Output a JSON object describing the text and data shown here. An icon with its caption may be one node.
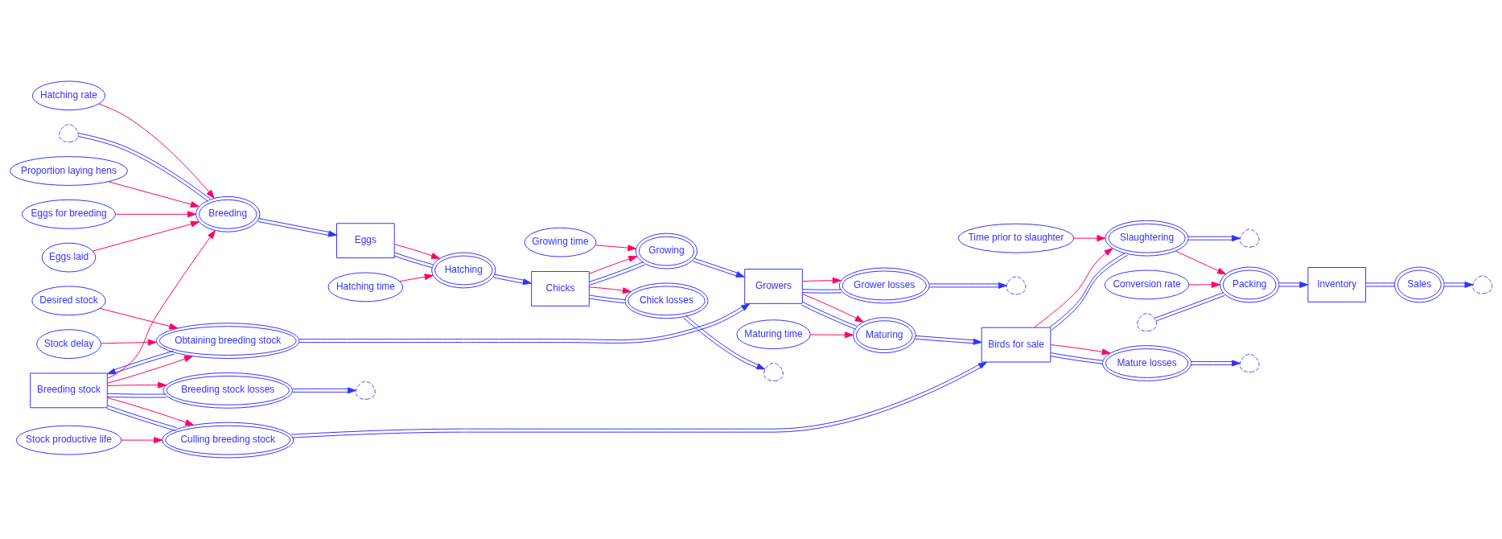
{
  "diagram": {
    "nodes": [
      {
        "text": [
          "Eggs laid"
        ]
      },
      {
        "text": [
          "Hatching rate"
        ]
      },
      {
        "text": [
          "Hatching time"
        ]
      },
      {
        "text": [
          "Growing time"
        ]
      },
      {
        "text": [
          "Maturing time"
        ]
      },
      {
        "text": [],
        "shape": "cloud"
      },
      {
        "text": [
          "Breeding"
        ]
      },
      {
        "text": [
          "Eggs"
        ]
      },
      {
        "text": [
          "Hatching"
        ]
      },
      {
        "text": [
          "Chicks"
        ]
      },
      {
        "text": [
          "Growing"
        ]
      },
      {
        "text": [
          "Growers"
        ]
      },
      {
        "text": [
          "Maturing"
        ]
      },
      {
        "text": [
          "Birds for sale"
        ]
      },
      {
        "text": [
          "Slaughtering"
        ]
      },
      {
        "text": [],
        "shape": "cloud"
      },
      {
        "text": [
          "Proportion laying hens"
        ]
      },
      {
        "text": [
          "Eggs for breeding"
        ]
      },
      {
        "text": [
          "Chick losses"
        ]
      },
      {
        "text": [
          "Grower losses"
        ]
      },
      {
        "text": [
          "Mature losses"
        ]
      },
      {
        "text": [
          "Time prior to slaughter"
        ]
      },
      {
        "text": [],
        "shape": "cloud"
      },
      {
        "text": [],
        "shape": "cloud"
      },
      {
        "text": [],
        "shape": "cloud"
      },
      {
        "text": [
          "Stock delay"
        ]
      },
      {
        "text": [
          "Desired stock"
        ]
      },
      {
        "text": [
          "Conversion rate"
        ]
      },
      {
        "text": [
          "Obtaining breeding stock"
        ]
      },
      {
        "text": [
          "Breeding stock"
        ]
      },
      {
        "text": [
          "Stock productive life"
        ]
      },
      {
        "text": [
          "Inventory"
        ]
      },
      {
        "text": [],
        "shape": "cloud"
      },
      {
        "text": [
          "Breeding stock losses"
        ]
      },
      {
        "text": [
          "Culling breeding stock"
        ]
      },
      {
        "text": [],
        "shape": "cloud"
      },
      {
        "text": [
          "Packing"
        ]
      },
      {
        "text": [
          "Sales"
        ]
      },
      {
        "text": [],
        "shape": "cloud"
      }
    ],
    "edges": [
      {
        "from": 5,
        "to": 6,
        "arrow": "none"
      },
      {
        "from": 6,
        "to": 7,
        "arrow": "to"
      },
      {
        "from": 7,
        "to": 8,
        "arrow": "none"
      },
      {
        "from": 8,
        "to": 9,
        "arrow": "to"
      },
      {
        "from": 9,
        "to": 10,
        "arrow": "none"
      },
      {
        "from": 10,
        "to": 11,
        "arrow": "to"
      },
      {
        "from": 11,
        "to": 12,
        "arrow": "none"
      },
      {
        "from": 12,
        "to": 13,
        "arrow": "to"
      },
      {
        "from": 13,
        "to": 14,
        "arrow": "none"
      },
      {
        "from": 14,
        "to": 15,
        "arrow": "to"
      },
      {
        "from": 9,
        "to": 18,
        "arrow": "none"
      },
      {
        "from": 18,
        "to": 22,
        "arrow": "to"
      },
      {
        "from": 11,
        "to": 19,
        "arrow": "none"
      },
      {
        "from": 19,
        "to": 23,
        "arrow": "to"
      },
      {
        "from": 13,
        "to": 20,
        "arrow": "none"
      },
      {
        "from": 20,
        "to": 24,
        "arrow": "to"
      },
      {
        "from": 29,
        "to": 33,
        "arrow": "none"
      },
      {
        "from": 33,
        "to": 32,
        "arrow": "to"
      },
      {
        "from": 28,
        "to": 29,
        "arrow": "to"
      },
      {
        "from": 28,
        "to": 11,
        "arrow": "to"
      },
      {
        "from": 29,
        "to": 34,
        "arrow": "none"
      },
      {
        "from": 34,
        "to": 13,
        "arrow": "to"
      },
      {
        "from": 35,
        "to": 36,
        "arrow": "none"
      },
      {
        "from": 36,
        "to": 31,
        "arrow": "to"
      },
      {
        "from": 31,
        "to": 37,
        "arrow": "none"
      },
      {
        "from": 37,
        "to": 38,
        "arrow": "to"
      },
      {
        "from": 0,
        "to": 6,
        "arrow": "to",
        "color": "#ff0066"
      },
      {
        "from": 1,
        "to": 6,
        "arrow": "to",
        "color": "#ff0066"
      },
      {
        "from": 16,
        "to": 6,
        "arrow": "to",
        "color": "#ff0066"
      },
      {
        "from": 17,
        "to": 6,
        "arrow": "to",
        "color": "#ff0066"
      },
      {
        "from": 29,
        "to": 6,
        "arrow": "to",
        "color": "#ff0066"
      },
      {
        "from": 2,
        "to": 8,
        "arrow": "to",
        "color": "#ff0066"
      },
      {
        "from": 7,
        "to": 8,
        "arrow": "to",
        "color": "#ff0066"
      },
      {
        "from": 3,
        "to": 10,
        "arrow": "to",
        "color": "#ff0066"
      },
      {
        "from": 9,
        "to": 10,
        "arrow": "to",
        "color": "#ff0066"
      },
      {
        "from": 9,
        "to": 18,
        "arrow": "to",
        "color": "#ff0066"
      },
      {
        "from": 4,
        "to": 12,
        "arrow": "to",
        "color": "#ff0066"
      },
      {
        "from": 11,
        "to": 12,
        "arrow": "to",
        "color": "#ff0066"
      },
      {
        "from": 11,
        "to": 19,
        "arrow": "to",
        "color": "#ff0066"
      },
      {
        "from": 13,
        "to": 14,
        "arrow": "to",
        "color": "#ff0066"
      },
      {
        "from": 13,
        "to": 20,
        "arrow": "to",
        "color": "#ff0066"
      },
      {
        "from": 21,
        "to": 14,
        "arrow": "to",
        "color": "#ff0066"
      },
      {
        "from": 14,
        "to": 36,
        "arrow": "to",
        "color": "#ff0066"
      },
      {
        "from": 27,
        "to": 36,
        "arrow": "to",
        "color": "#ff0066"
      },
      {
        "from": 25,
        "to": 28,
        "arrow": "to",
        "color": "#ff0066"
      },
      {
        "from": 26,
        "to": 28,
        "arrow": "to",
        "color": "#ff0066"
      },
      {
        "from": 29,
        "to": 28,
        "arrow": "to",
        "color": "#ff0066"
      },
      {
        "from": 29,
        "to": 33,
        "arrow": "to",
        "color": "#ff0066"
      },
      {
        "from": 29,
        "to": 34,
        "arrow": "to",
        "color": "#ff0066"
      },
      {
        "from": 30,
        "to": 34,
        "arrow": "to",
        "color": "#ff0066"
      }
    ]
  }
}
